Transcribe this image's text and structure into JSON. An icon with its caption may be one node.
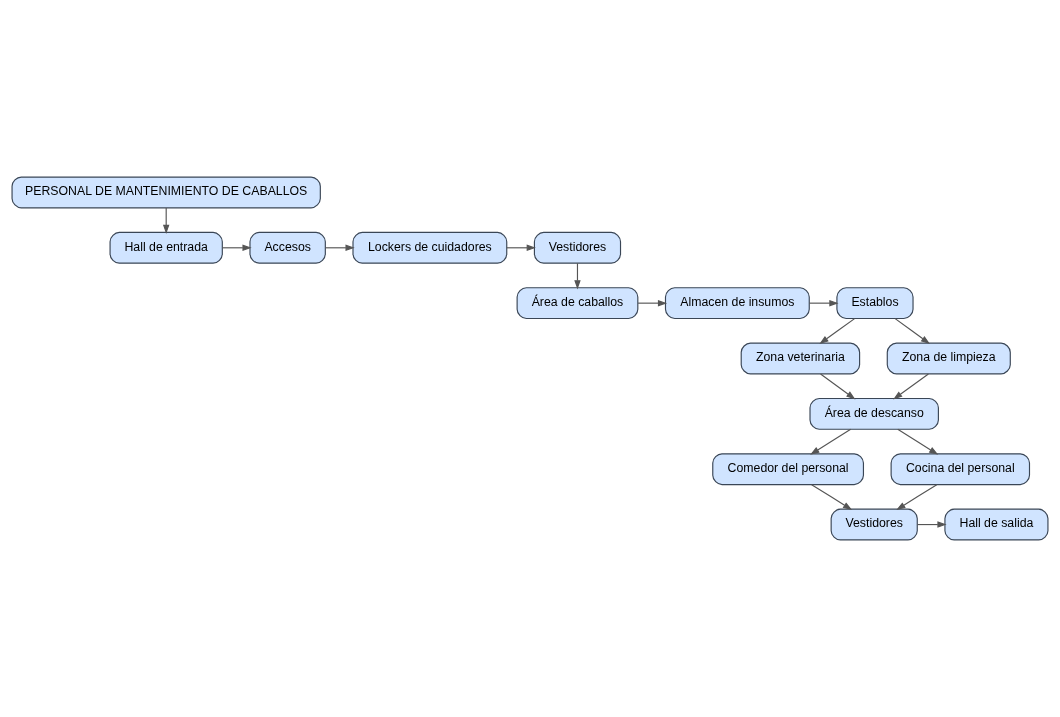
{
  "diagram": {
    "nodes": [
      {
        "text": [
          "PERSONAL DE MANTENIMIENTO DE CABALLOS"
        ]
      },
      {
        "text": [
          "Hall de entrada"
        ]
      },
      {
        "text": [
          "Accesos"
        ]
      },
      {
        "text": [
          "Lockers de cuidadores"
        ]
      },
      {
        "text": [
          "Vestidores"
        ]
      },
      {
        "text": [
          "Área de caballos"
        ]
      },
      {
        "text": [
          "Almacen de insumos"
        ]
      },
      {
        "text": [
          "Establos"
        ]
      },
      {
        "text": [
          "Zona veterinaria"
        ]
      },
      {
        "text": [
          "Zona de limpieza"
        ]
      },
      {
        "text": [
          "Área de descanso"
        ]
      },
      {
        "text": [
          "Comedor del personal"
        ]
      },
      {
        "text": [
          "Cocina del personal"
        ]
      },
      {
        "text": [
          "Vestidores"
        ]
      },
      {
        "text": [
          "Hall de salida"
        ]
      }
    ],
    "edges": [
      {
        "from": 0,
        "to": 1,
        "arrow": "to"
      },
      {
        "from": 1,
        "to": 2,
        "arrow": "to"
      },
      {
        "from": 2,
        "to": 3,
        "arrow": "to"
      },
      {
        "from": 3,
        "to": 4,
        "arrow": "to"
      },
      {
        "from": 4,
        "to": 5,
        "arrow": "to"
      },
      {
        "from": 5,
        "to": 6,
        "arrow": "to"
      },
      {
        "from": 6,
        "to": 7,
        "arrow": "to"
      },
      {
        "from": 7,
        "to": 8,
        "arrow": "to"
      },
      {
        "from": 7,
        "to": 9,
        "arrow": "to"
      },
      {
        "from": 8,
        "to": 10,
        "arrow": "to"
      },
      {
        "from": 9,
        "to": 10,
        "arrow": "to"
      },
      {
        "from": 10,
        "to": 11,
        "arrow": "to"
      },
      {
        "from": 10,
        "to": 12,
        "arrow": "to"
      },
      {
        "from": 11,
        "to": 13,
        "arrow": "to"
      },
      {
        "from": 12,
        "to": 13,
        "arrow": "to"
      },
      {
        "from": 13,
        "to": 14,
        "arrow": "to"
      }
    ]
  }
}
